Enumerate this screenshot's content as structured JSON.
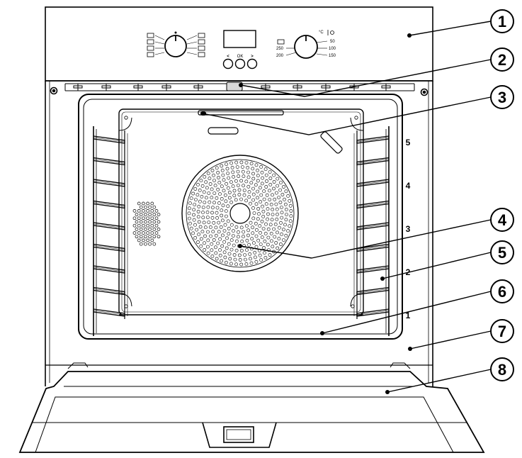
{
  "callouts": [
    {
      "number": "1",
      "part": "control-panel"
    },
    {
      "number": "2",
      "part": "oven-light-top"
    },
    {
      "number": "3",
      "part": "grill-element"
    },
    {
      "number": "4",
      "part": "fan-cover"
    },
    {
      "number": "5",
      "part": "side-runners"
    },
    {
      "number": "6",
      "part": "oven-interior"
    },
    {
      "number": "7",
      "part": "door-seal"
    },
    {
      "number": "8",
      "part": "oven-door"
    }
  ],
  "shelf_levels": [
    "5",
    "4",
    "3",
    "2",
    "1"
  ],
  "panel": {
    "ok_label": "OK",
    "left_arrow": "<",
    "right_arrow": ">",
    "temperature_unit": "°C",
    "temperature_scale": [
      "50",
      "100",
      "150",
      "200",
      "250"
    ]
  },
  "colors": {
    "line": "#000000",
    "background": "#ffffff"
  }
}
